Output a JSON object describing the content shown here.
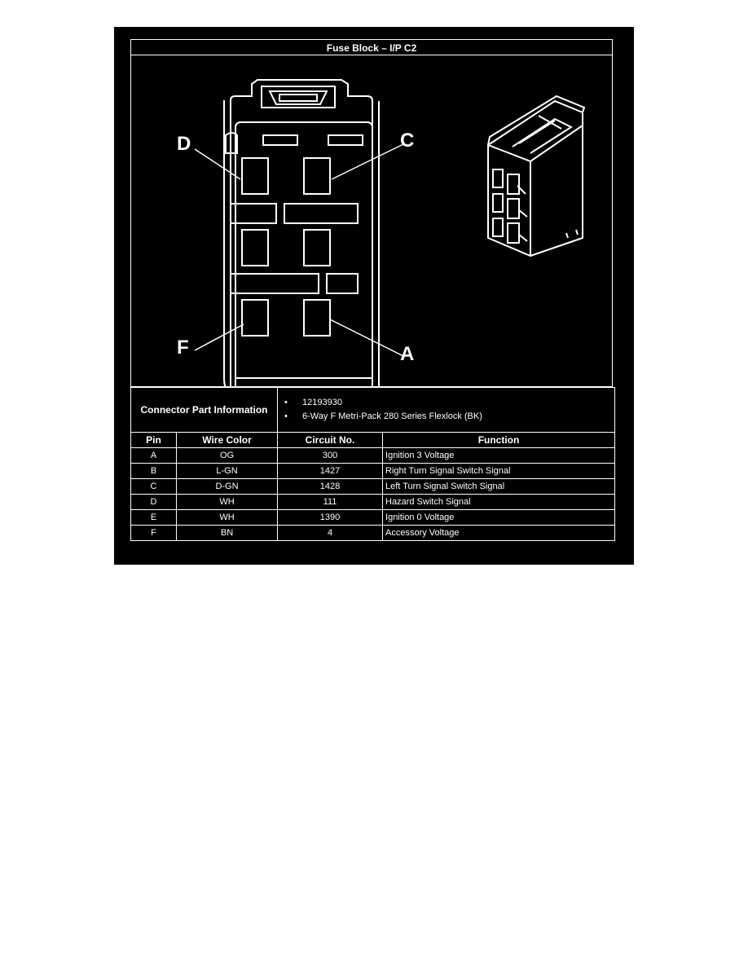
{
  "title": "Fuse Block – I/P C2",
  "callouts": {
    "d": "D",
    "c": "C",
    "f": "F",
    "a": "A"
  },
  "connector_part_info": {
    "label": "Connector Part Information",
    "items": [
      "12193930",
      "6-Way F Metri-Pack 280 Series Flexlock (BK)"
    ]
  },
  "table": {
    "headers": [
      "Pin",
      "Wire Color",
      "Circuit No.",
      "Function"
    ],
    "rows": [
      [
        "A",
        "OG",
        "300",
        "Ignition 3 Voltage"
      ],
      [
        "B",
        "L-GN",
        "1427",
        "Right Turn Signal Switch Signal"
      ],
      [
        "C",
        "D-GN",
        "1428",
        "Left Turn Signal Switch Signal"
      ],
      [
        "D",
        "WH",
        "111",
        "Hazard Switch Signal"
      ],
      [
        "E",
        "WH",
        "1390",
        "Ignition 0 Voltage"
      ],
      [
        "F",
        "BN",
        "4",
        "Accessory Voltage"
      ]
    ]
  }
}
